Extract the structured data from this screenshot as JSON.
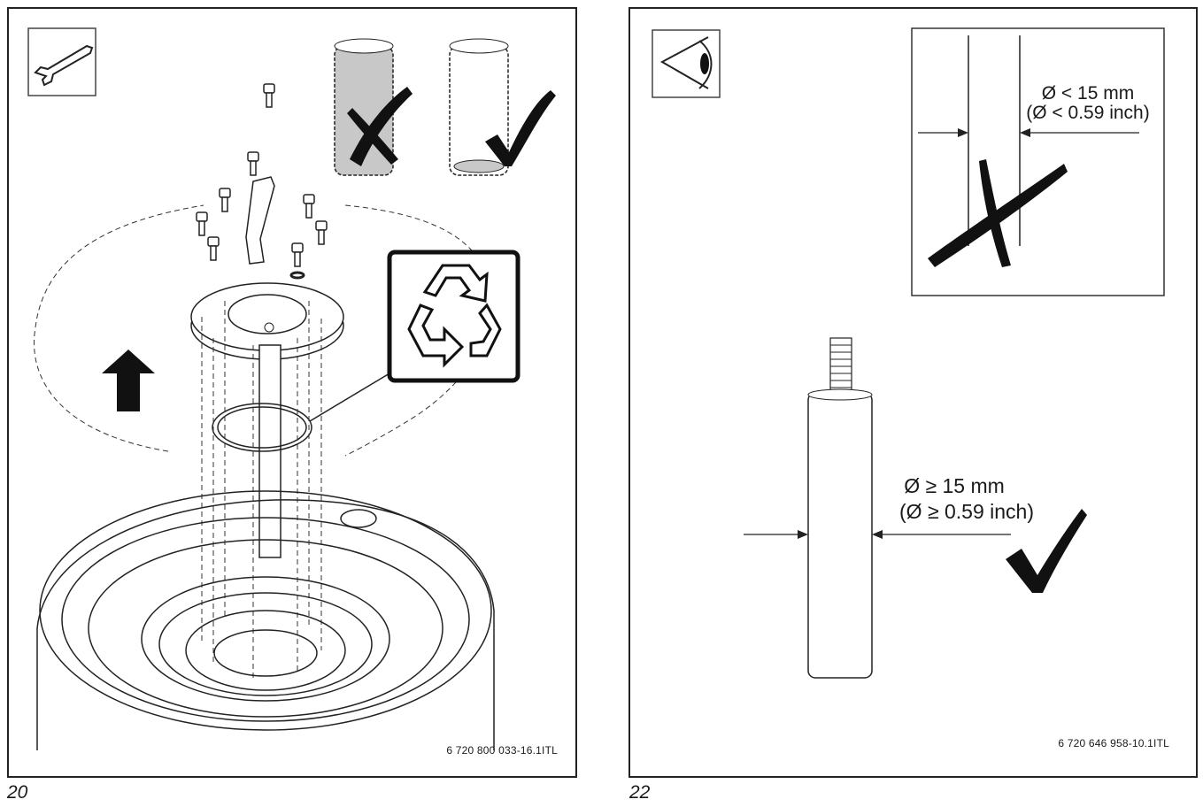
{
  "left_panel": {
    "figure_code": "6 720 800 033-16.1ITL",
    "figure_number": "20",
    "icons": [
      "wrench-icon",
      "up-arrow-icon",
      "recycle-icon",
      "cross-mark-icon",
      "check-mark-icon"
    ]
  },
  "right_panel": {
    "figure_code": "6 720 646 958-10.1ITL",
    "figure_number": "22",
    "icons": [
      "eye-inspect-icon",
      "cross-mark-icon",
      "check-mark-icon"
    ],
    "wrong": {
      "line1": "Ø < 15 mm",
      "line2": "(Ø < 0.59 inch)"
    },
    "right": {
      "line1": "Ø ≥ 15 mm",
      "line2": "(Ø ≥ 0.59 inch)"
    }
  }
}
